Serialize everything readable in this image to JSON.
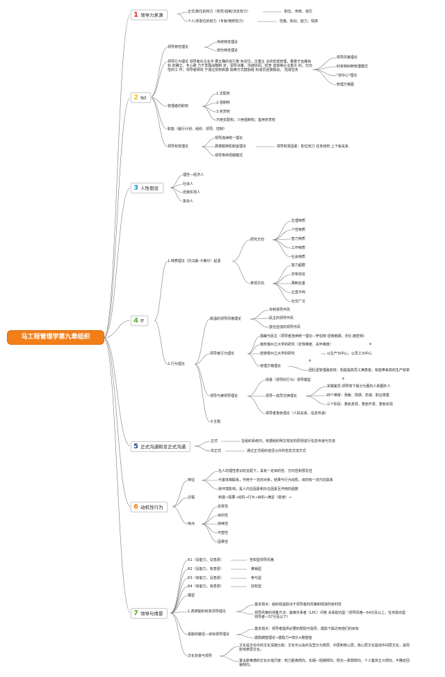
{
  "root": "马工程管理学第九章组织",
  "colors": {
    "root_bg": "#f27e18",
    "n1": "#e8241c",
    "n2": "#f2c51a",
    "n3": "#2a9ad6",
    "n4": "#5aab3a",
    "n5": "#2b3f8f",
    "n6": "#f07d18",
    "n7": "#5aab3a",
    "line": "#777777"
  },
  "sections": {
    "s1": {
      "num": "1",
      "title": "领导力来源",
      "a": "正式/职位的权力（奖赏/强制/法定权力）",
      "a1": "职位、传统、资历",
      "b": "个人/非职位的权力（专家/榜样权力）",
      "b1": "性格、知识、能力、情感"
    },
    "s2": {
      "num": "2",
      "title": "Nil",
      "trait": "领导特性理论",
      "trait_a": "传统特性理论",
      "trait_b": "现代特性理论",
      "behav": "领导行为理论 领导者在企业中 要正确的进行角 色定位，注重企 业的宏观管理，着重于远期目标 的确立，专心致 力于发展战略制 定，领导决策，沟通协调，检查 监督等企业重大 的，方向性的工 作，领导者倾向 于通过授权和激 励等方式鼓励组 织成员迎接挑战， 完成任务",
      "behav_a": "领导风格理论",
      "behav_b": "利克特四种管理模式",
      "behav_c": "\"双中心\"理论",
      "behav_d": "管理方格图",
      "power": "管理者的职权",
      "power_a": "1.支配权",
      "power_b": "2.强制权",
      "power_c": "3.奖赏权",
      "power_d": "巧用支配权；少用强制权；善用奖赏权",
      "func": "职能（履行计划、组织、领导、控制）",
      "cont": "领导权变理论",
      "cont_a": "领导连续统一理论",
      "cont_b": "费德勒随机制宜理论",
      "cont_b1": "领导权变因素：职位权力 任务结构 上下级关系",
      "cont_c": "领导寿命周期模式"
    },
    "s3": {
      "num": "3",
      "title": "人性假设",
      "a": "理性—经济人",
      "b": "社会人",
      "c": "自我实现人",
      "d": "复杂人"
    },
    "s4": {
      "num": "4",
      "title": "ff",
      "t1": "1.特质理论（托马斯·卡莱尔）起源",
      "study": "研究方向",
      "study_items": [
        "生理特质",
        "个性特质",
        "智力特质",
        "工作特质",
        "社会特质"
      ],
      "perf": "表现方向",
      "perf_items": [
        "智力超群",
        "非常自信",
        "果断处置",
        "正直不阿",
        "社交广泛"
      ],
      "t2": "2.行为理论",
      "style": "勒温的领导风格理论",
      "style_items": [
        "专制领导作风",
        "民主的领导作风",
        "放任自流的领导作风"
      ],
      "bt": "领导者行为理论",
      "bt_a": "独裁与民主（领导者连续统一理论—罗伯特·坦南鲍姆，沃伦·施密特）",
      "bt_b": "俄亥俄州立大学的研究（定规维度、关怀维度）",
      "bt_b1": "a",
      "bt_c": "密歇根州立大学的研究",
      "bt_c1": "以生产为中心，以员工为中心",
      "bt_d": "管理方格理论",
      "bt_d0": "a",
      "bt_d1": "团队型管理最有效：机能提高员工满意度，有能带来高的生产效率",
      "sit": "领导与被领导理论",
      "sit_a": "情景（领导的行为）领导模型",
      "sit_a1": "a",
      "sit_b": "领导—成员交换理论",
      "sit_b1": "关键差异:领导将下属分为圈内人和圈外人",
      "sit_b2": "四个维度：贡献、情感、忠诚、职业尊重",
      "sit_b3": "三个阶段：角色发现、角色开发、角色实现",
      "sit_c": "领导者角色理论（人际关系、信息传递）",
      "sub": "子主题"
    },
    "s5": {
      "num": "5",
      "title": "正式沟通和非正式沟通",
      "a": "正式",
      "a1": "在组织系统内，依据组织明文规定的原则进行信息传递与交流",
      "b": "非正式",
      "b1": "通过正式组织途径以外的信息交流方式"
    },
    "s6": {
      "num": "6",
      "title": "动机性行为",
      "feat": "特征",
      "feat_a": "在人的理性意识的支配下，具有一定目的性、方向性和预见性",
      "feat_b": "与客体相联系，作用于一定的对象，结果与行为动机、目的有一定内在联系",
      "feat_c": "受环境影响，是人内在因素和外在因素互作用的函数",
      "proc": "过程",
      "proc_a": "刺激→需要→动机→行为→目的→满足（受挫）→",
      "pt": "特点",
      "pt_items": [
        "自发性",
        "目的性",
        "持续性",
        "可塑性",
        "因果性"
      ]
    },
    "s7": {
      "num": "7",
      "title": "领导与情景",
      "r1": "R1（没能力，没意愿）",
      "r1a": "告知型领导风格",
      "r2": "R2（没能力，有意愿）",
      "r2a": "推销型",
      "r3": "R3（有能力，没意愿）",
      "r3a": "参与型",
      "r4": "R4（有能力，有意愿）",
      "r4a": "授权型",
      "model": "模型",
      "fied": "1.费德勒的权变领导理论",
      "fied_a": "基本观点：组织效益取决于领导者的风格和情境的有利性",
      "fied_b": "领导风格的测量方法：最难共事者（LPC）问卷 关系取向型（领导风格—64分及以上，任务取向型领导者—57分及以下）",
      "house": "豪斯的路径—目标领导理论",
      "house_a": "基本观点：领导者提供必要的帮助与指导，激励下属达到他们的目标",
      "house_b": "激励期望理论→激励力=效价×期望值",
      "cult": "文化背景与领导",
      "cult_a": "文化是次论中的文化深度比喻：文化可以由外及里分为表层、中层和核心层，核心层文化驱动中间层文化，进而影响表层文化。",
      "cult_b": "霍夫斯泰德的文化价值尺度：权力距离倾向、长期—短期倾向、阳光—柔弱倾向、个人集体主义倾向、不确定回避倾向。"
    }
  }
}
